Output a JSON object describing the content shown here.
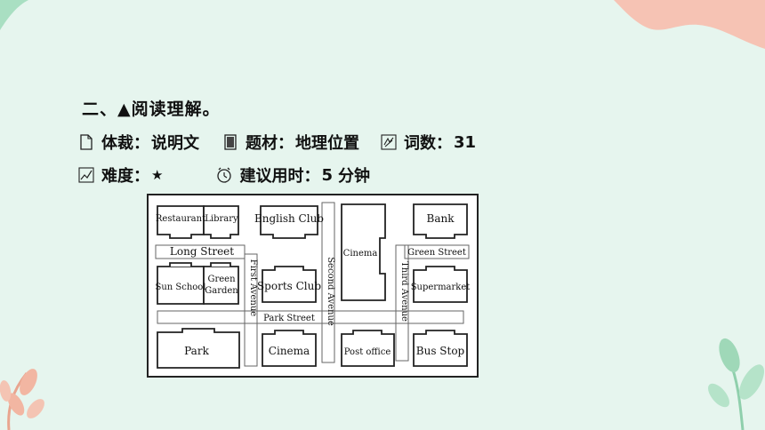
{
  "heading": {
    "prefix": "二、",
    "triangle": "▲",
    "text": "阅读理解。"
  },
  "meta": {
    "genre_label": "体裁：",
    "genre_value": "说明文",
    "topic_label": "题材：",
    "topic_value": "地理位置",
    "words_label": "词数：",
    "words_value": "31",
    "difficulty_label": "难度：",
    "difficulty_value": "★",
    "time_label": "建议用时：",
    "time_value": "5",
    "time_unit": "分钟"
  },
  "map": {
    "buildings": {
      "restaurant": "Restaurant",
      "library": "Library",
      "english_club": "English Club",
      "bank": "Bank",
      "cinema_top": "Cinema",
      "sun_school": "Sun School",
      "green_garden_1": "Green",
      "green_garden_2": "Garden",
      "sports_club": "Sports Club",
      "supermarket": "Supermarket",
      "park": "Park",
      "cinema_bottom": "Cinema",
      "post_office": "Post office",
      "bus_stop": "Bus Stop"
    },
    "streets": {
      "long_street": "Long Street",
      "green_street": "Green Street",
      "park_street": "Park Street",
      "first_avenue": "First Avenue",
      "second_avenue": "Second Avenue",
      "third_avenue": "Third Avenue"
    }
  },
  "colors": {
    "background": "#e6f5ee",
    "accent_pink": "#f7b9a9",
    "leaf_green": "#9fd8b8"
  }
}
